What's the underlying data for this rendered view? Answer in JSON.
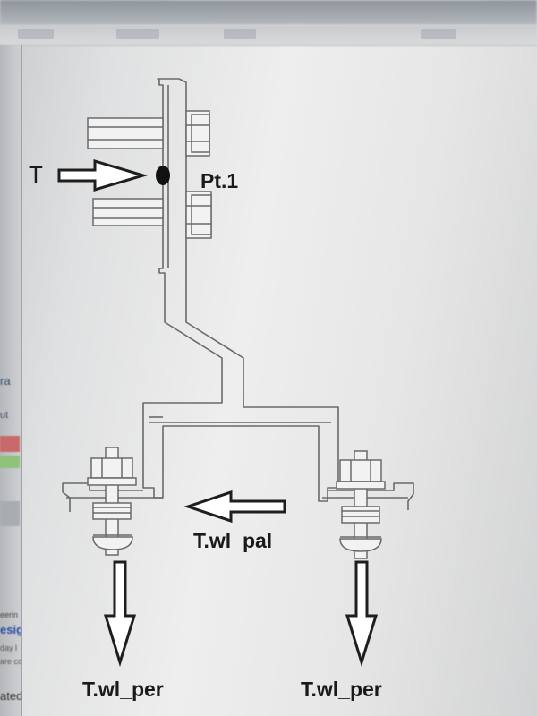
{
  "window": {
    "side_labels": [
      "ra",
      "ut",
      "eerin",
      "esig",
      "day l",
      "are co",
      "ated"
    ]
  },
  "diagram": {
    "labels": {
      "force_top": "T",
      "point": "Pt.1",
      "force_pal": "T.wl_pal",
      "force_per_left": "T.wl_per",
      "force_per_right": "T.wl_per"
    },
    "colors": {
      "line": "#6a6a6a",
      "arrow": "#1e1e1e",
      "text": "#1a1a1a"
    }
  }
}
